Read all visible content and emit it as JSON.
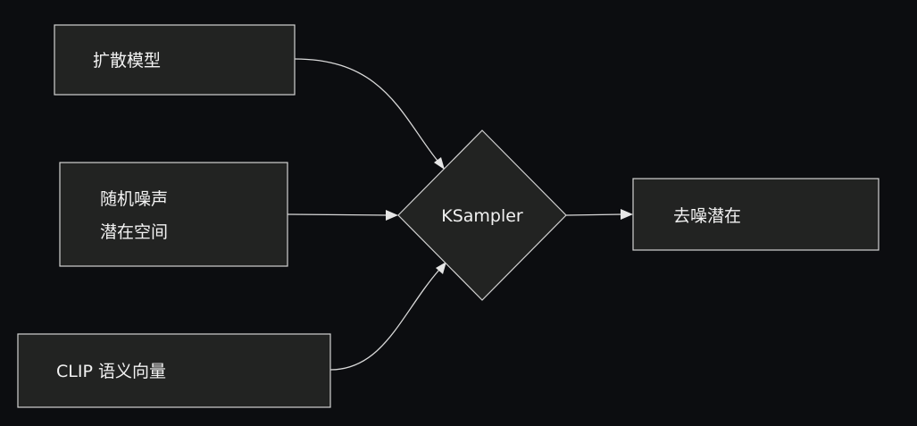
{
  "diagram": {
    "nodes": {
      "diffusion_model": {
        "label": "扩散模型"
      },
      "random_noise": {
        "line1": "随机噪声",
        "line2": "潜在空间"
      },
      "clip_vector": {
        "label": "CLIP 语义向量"
      },
      "ksampler": {
        "label": "KSampler"
      },
      "denoised_latent": {
        "label": "去噪潜在"
      }
    },
    "edges": [
      {
        "from": "扩散模型",
        "to": "KSampler"
      },
      {
        "from": "随机噪声 潜在空间",
        "to": "KSampler"
      },
      {
        "from": "CLIP 语义向量",
        "to": "KSampler"
      },
      {
        "from": "KSampler",
        "to": "去噪潜在"
      }
    ]
  }
}
